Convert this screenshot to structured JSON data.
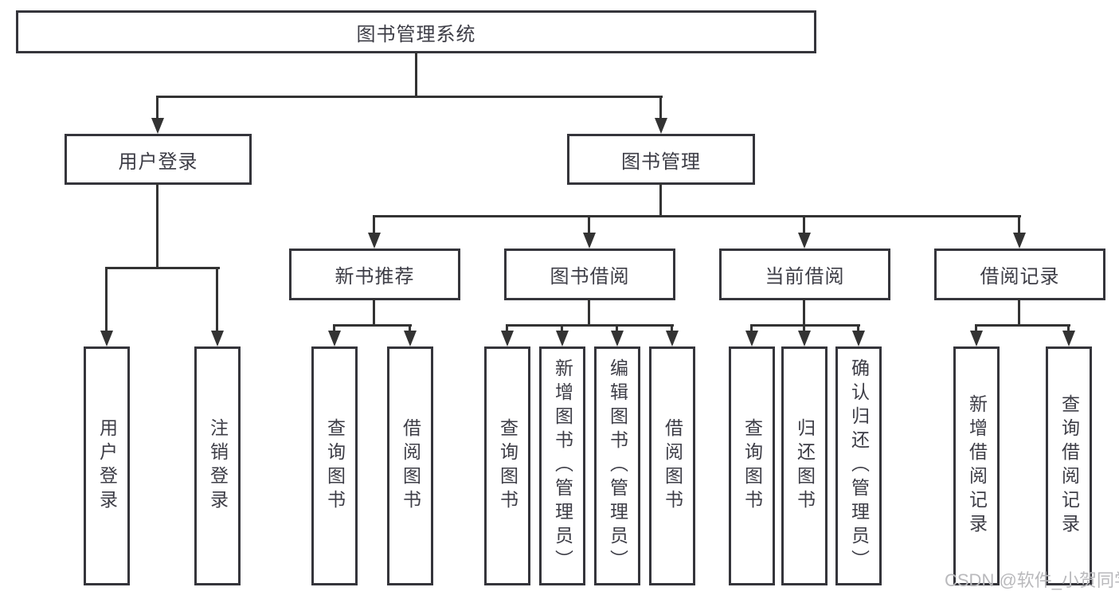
{
  "title": {
    "label": "图书管理系统"
  },
  "level2": {
    "user_login": "用户登录",
    "book_mgmt": "图书管理"
  },
  "level3": {
    "new_books": "新书推荐",
    "borrowing": "图书借阅",
    "current_borrow": "当前借阅",
    "borrow_records": "借阅记录"
  },
  "leaves": {
    "user_login": [
      "用户登录",
      "注销登录"
    ],
    "new_books": [
      "查询图书",
      "借阅图书"
    ],
    "borrowing": [
      "查询图书",
      "新增图书（管理员）",
      "编辑图书（管理员）",
      "借阅图书"
    ],
    "current_borrow": [
      "查询图书",
      "归还图书",
      "确认归还（管理员）"
    ],
    "borrow_records": [
      "新增借阅记录",
      "查询借阅记录"
    ]
  },
  "watermark": "CSDN @软件_小贺同学",
  "colors": {
    "background": "#ffffff",
    "line": "#333333",
    "border": "#35353b",
    "text": "#3d3d46",
    "watermark": "#b9b9bc"
  }
}
